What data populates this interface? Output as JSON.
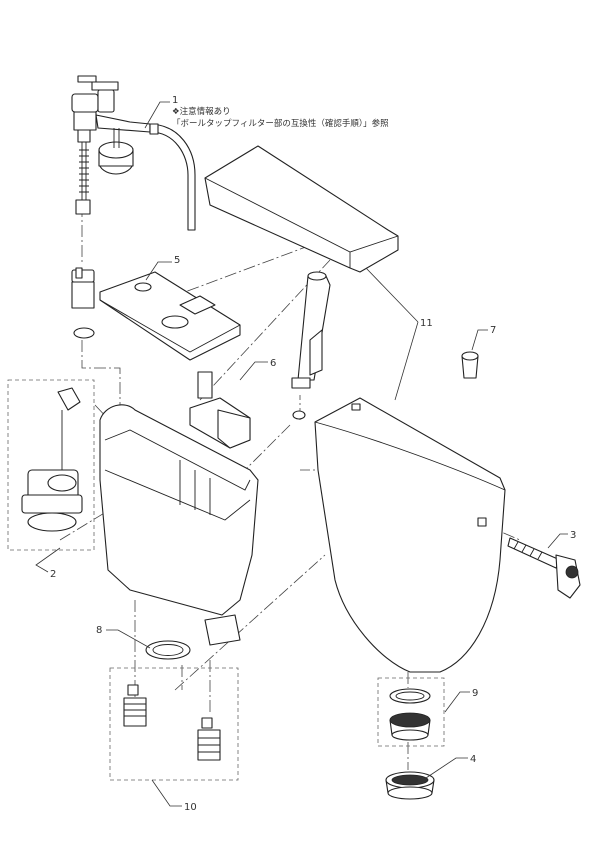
{
  "callouts": [
    {
      "id": "1",
      "label": "1"
    },
    {
      "id": "2",
      "label": "2"
    },
    {
      "id": "3",
      "label": "3"
    },
    {
      "id": "4",
      "label": "4"
    },
    {
      "id": "5",
      "label": "5"
    },
    {
      "id": "6",
      "label": "6"
    },
    {
      "id": "7",
      "label": "7"
    },
    {
      "id": "8",
      "label": "8"
    },
    {
      "id": "9",
      "label": "9"
    },
    {
      "id": "10",
      "label": "10"
    },
    {
      "id": "11",
      "label": "11"
    }
  ],
  "note": {
    "line1": "❖注意情報あり",
    "line2": "「ボールタップフィルター部の互換性（確認手順）」参照"
  }
}
